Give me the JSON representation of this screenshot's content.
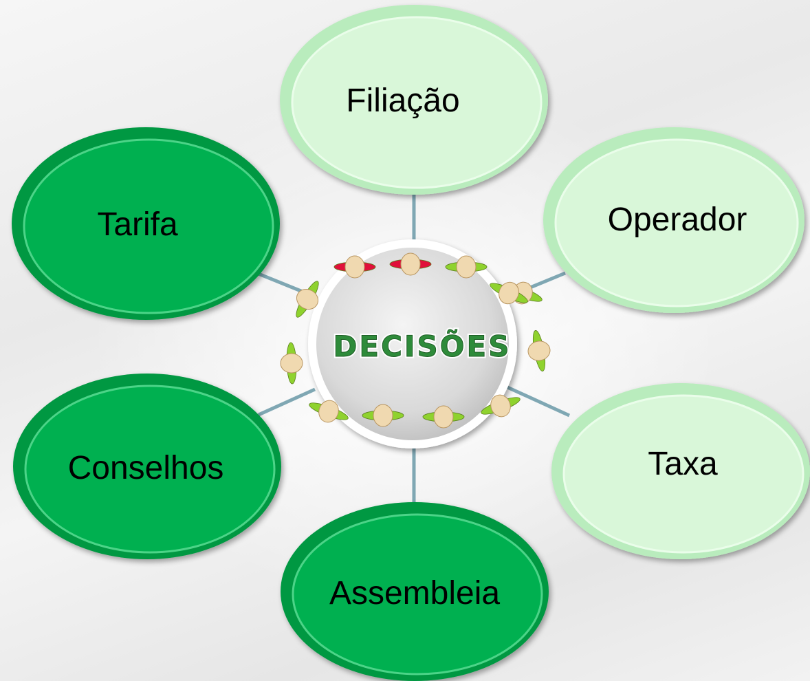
{
  "diagram": {
    "center": {
      "label": "DECISÕES",
      "text_color": "#2e8b3a",
      "text_highlight": "#ffffff",
      "fill": "#d9d9d9",
      "rim": "#ffffff",
      "bead_colors": [
        "#e0103a",
        "#e0103a",
        "#8fd22e",
        "#8fd22e",
        "#8fd22e",
        "#8fd22e",
        "#8fd22e",
        "#8fd22e",
        "#8fd22e",
        "#8fd22e",
        "#8fd22e",
        "#8fd22e"
      ]
    },
    "connector_color": "#7fa7b3",
    "nodes": [
      {
        "id": "filiacao",
        "label": "Filiação",
        "fill": "#d9f7d9",
        "edge": "#b9ecbd",
        "rim": "#eafdea"
      },
      {
        "id": "operador",
        "label": "Operador",
        "fill": "#d9f7d9",
        "edge": "#b9ecbd",
        "rim": "#eafdea"
      },
      {
        "id": "taxa",
        "label": "Taxa",
        "fill": "#d9f7d9",
        "edge": "#b9ecbd",
        "rim": "#eafdea"
      },
      {
        "id": "assembleia",
        "label": "Assembleia",
        "fill": "#00b050",
        "edge": "#009842",
        "rim": "#4cd488"
      },
      {
        "id": "conselhos",
        "label": "Conselhos",
        "fill": "#00b050",
        "edge": "#009842",
        "rim": "#4cd488"
      },
      {
        "id": "tarifa",
        "label": "Tarifa",
        "fill": "#00b050",
        "edge": "#009842",
        "rim": "#4cd488"
      }
    ]
  }
}
